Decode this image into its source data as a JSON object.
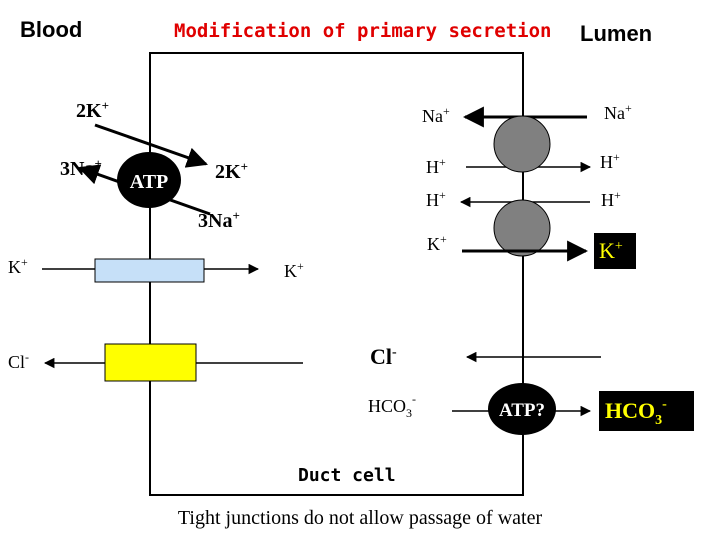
{
  "header": {
    "blood": "Blood",
    "title": "Modification of primary secretion",
    "lumen": "Lumen"
  },
  "basolateral": {
    "k_in": "2K",
    "na_out": "3Na",
    "atp": "ATP",
    "k_in_inside": "2K",
    "na_out_inside": "3Na",
    "k_channel_blood": "K",
    "k_channel_cell": "K",
    "cl_channel_blood": "Cl"
  },
  "apical": {
    "na_cell": "Na",
    "na_lumen": "Na",
    "h_cell_1": "H",
    "h_lumen_1": "H",
    "h_cell_2": "H",
    "h_lumen_2": "H",
    "k_cell": "K",
    "k_lumen": "K",
    "cl_cell": "Cl",
    "hco3_cell": "HCO",
    "atp_pump": "ATP?",
    "hco3_lumen": "HCO"
  },
  "charges": {
    "plus": "+",
    "minus": "-"
  },
  "subscripts": {
    "three": "3"
  },
  "footer": {
    "cell_label": "Duct cell",
    "caption": "Tight junctions do not allow passage of water"
  },
  "colors": {
    "title_red": "#e00000",
    "k_channel_fill": "#c6e0f8",
    "cl_channel_fill": "#ffff00",
    "exchanger_gray": "#808080",
    "highlight_box": "#000000",
    "highlight_text": "#ffff00"
  }
}
